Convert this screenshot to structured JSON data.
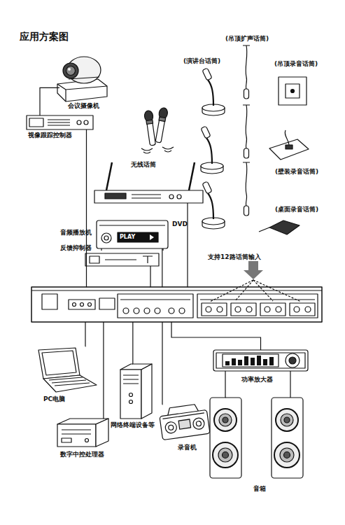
{
  "diagram": {
    "title": "应用方案图",
    "nodes": [
      {
        "text": [
          "会议摄像机"
        ]
      },
      {
        "text": [
          "视像跟踪控制器"
        ]
      },
      {
        "text": [
          "无线话筒"
        ]
      },
      {
        "text": [
          "音频播放机",
          "DVD",
          "PLAY"
        ]
      },
      {
        "text": [
          "反馈抑制器"
        ]
      },
      {
        "text": [
          "支持12路话筒输入"
        ]
      },
      {
        "text": [
          "PC电脑"
        ]
      },
      {
        "text": [
          "数字中控处理器"
        ]
      },
      {
        "text": [
          "网络终端设备等"
        ]
      },
      {
        "text": [
          "录音机"
        ]
      },
      {
        "text": [
          "功率放大器"
        ]
      },
      {
        "text": [
          "音箱"
        ]
      }
    ],
    "edges": [
      {
        "from": 0,
        "to": 1,
        "arrow": "none"
      },
      {
        "from": 1,
        "to": 5,
        "arrow": "none"
      },
      {
        "from": 2,
        "to": 5,
        "arrow": "none"
      },
      {
        "from": 3,
        "to": 5,
        "arrow": "none"
      },
      {
        "from": 4,
        "to": 5,
        "arrow": "none"
      },
      {
        "from": 5,
        "to": 6,
        "arrow": "none"
      },
      {
        "from": 5,
        "to": 7,
        "arrow": "none"
      },
      {
        "from": 5,
        "to": 8,
        "arrow": "none"
      },
      {
        "from": 5,
        "to": 9,
        "arrow": "none"
      },
      {
        "from": 5,
        "to": 10,
        "arrow": "none"
      },
      {
        "from": 10,
        "to": 11,
        "arrow": "none"
      }
    ],
    "labels": [
      "(演讲台话筒)",
      "(吊顶扩声话筒)",
      "(吊顶录音话筒)",
      "(壁装录音话筒)",
      "(桌面录音话筒)"
    ]
  }
}
